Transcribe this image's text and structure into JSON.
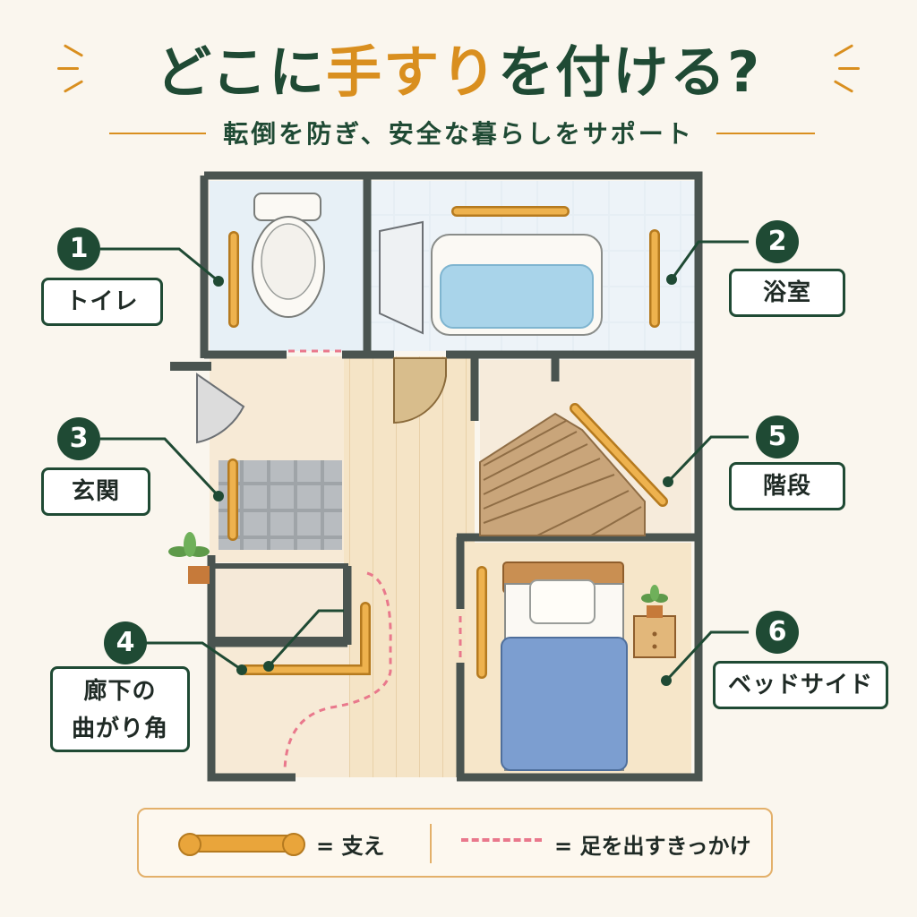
{
  "title": {
    "part1": "どこに",
    "accent": "手すり",
    "part2": "を付ける?"
  },
  "subtitle": "転倒を防ぎ、安全な暮らしをサポート",
  "callouts": [
    {
      "num": "1",
      "label": "トイレ"
    },
    {
      "num": "2",
      "label": "浴室"
    },
    {
      "num": "3",
      "label": "玄関"
    },
    {
      "num": "4",
      "label_line1": "廊下の",
      "label_line2": "曲がり角"
    },
    {
      "num": "5",
      "label": "階段"
    },
    {
      "num": "6",
      "label": "ベッドサイド"
    }
  ],
  "legend": {
    "handrail": "= 支え",
    "dashed": "= 足を出すきっかけ"
  },
  "colors": {
    "green": "#1f4a34",
    "accent": "#d98f1f",
    "handrail": "#e9a53b",
    "dashed": "#e9788c"
  }
}
